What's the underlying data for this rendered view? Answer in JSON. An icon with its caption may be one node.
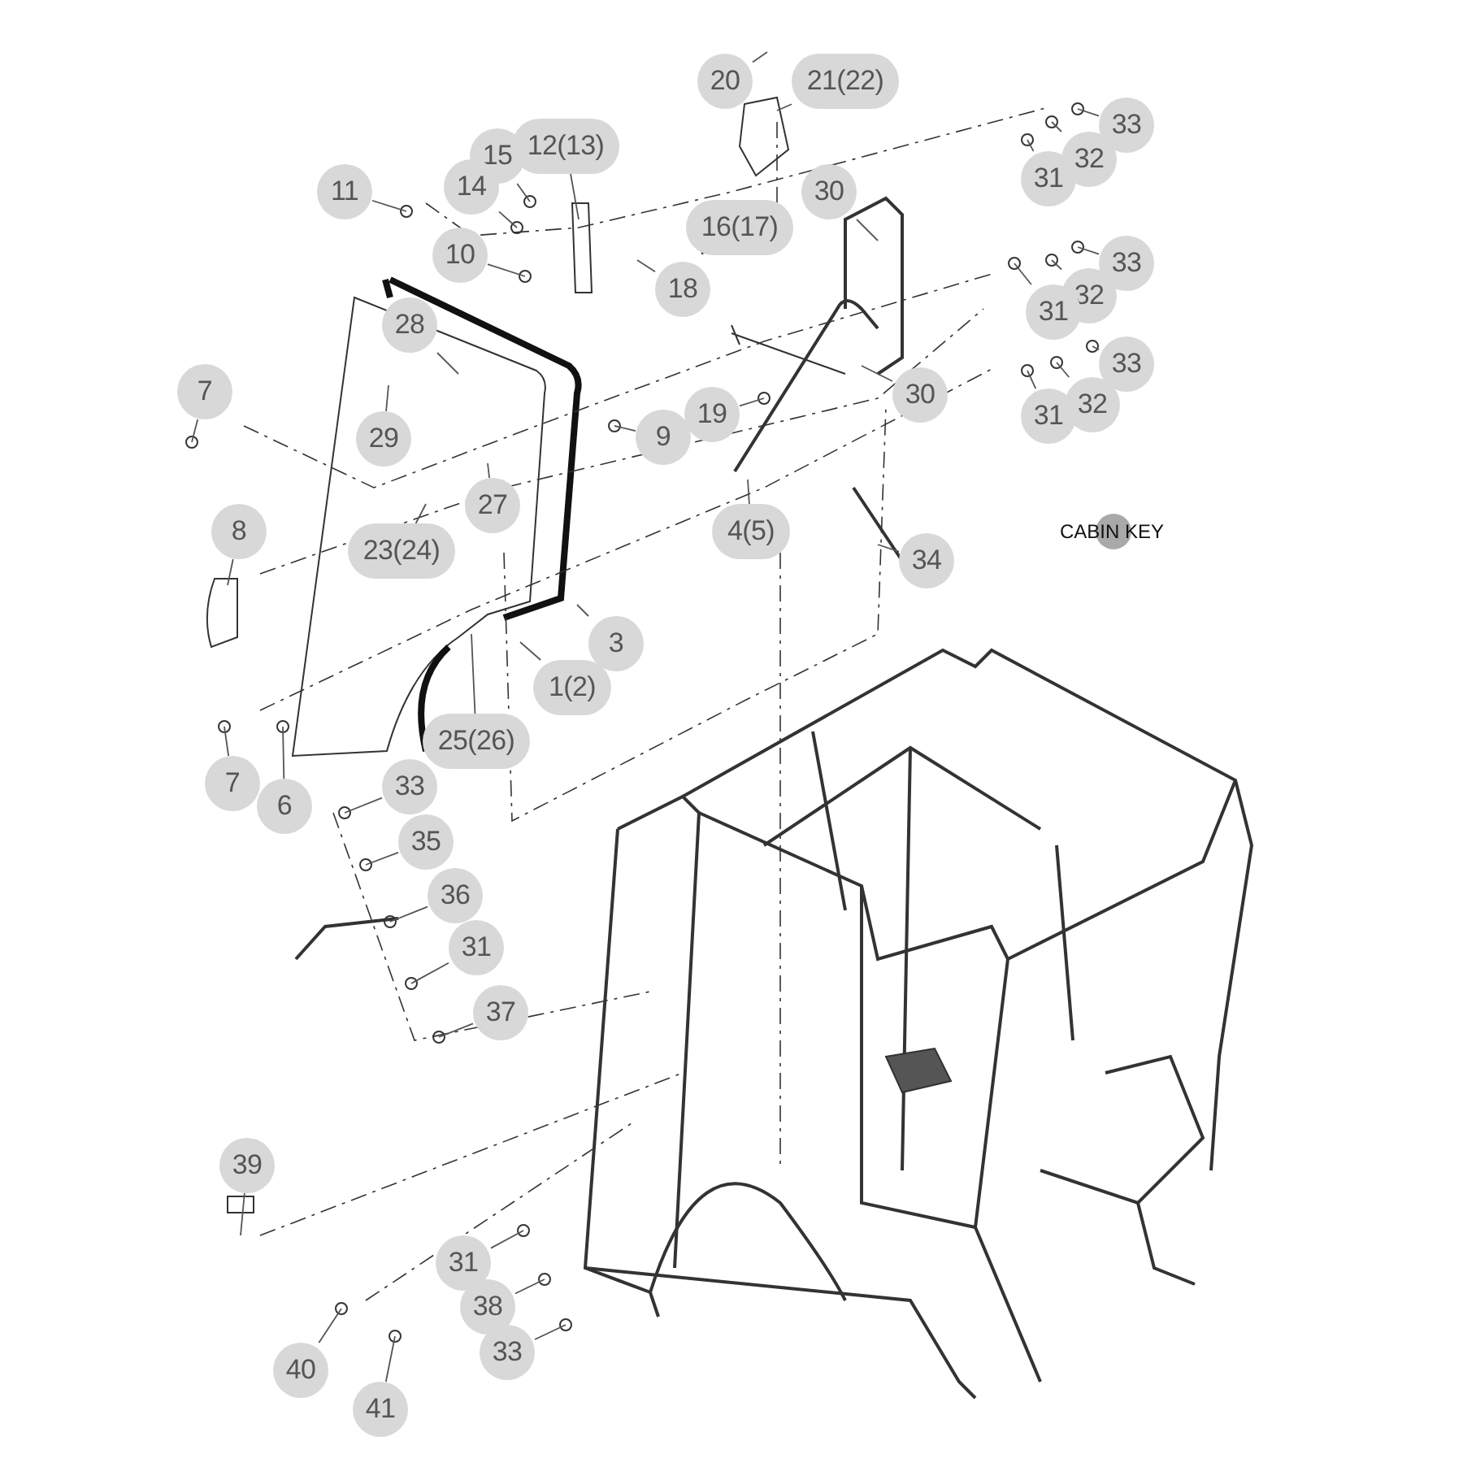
{
  "diagram": {
    "nodes": [
      {
        "text": [
          "20"
        ]
      },
      {
        "text": [
          "21(22)"
        ]
      },
      {
        "text": [
          "33"
        ]
      },
      {
        "text": [
          "12(13)"
        ]
      },
      {
        "text": [
          "15"
        ]
      },
      {
        "text": [
          "31"
        ]
      },
      {
        "text": [
          "32"
        ]
      },
      {
        "text": [
          "11"
        ]
      },
      {
        "text": [
          "14"
        ]
      },
      {
        "text": [
          "30"
        ]
      },
      {
        "text": [
          "16(17)"
        ]
      },
      {
        "text": [
          "10"
        ]
      },
      {
        "text": [
          "33"
        ]
      },
      {
        "text": [
          "18"
        ]
      },
      {
        "text": [
          "32"
        ]
      },
      {
        "text": [
          "31"
        ]
      },
      {
        "text": [
          "28"
        ]
      },
      {
        "text": [
          "33"
        ]
      },
      {
        "text": [
          "32"
        ]
      },
      {
        "text": [
          "7"
        ]
      },
      {
        "text": [
          "30"
        ]
      },
      {
        "text": [
          "31"
        ]
      },
      {
        "text": [
          "19"
        ]
      },
      {
        "text": [
          "29"
        ]
      },
      {
        "text": [
          "9"
        ]
      },
      {
        "text": [
          "27"
        ]
      },
      {
        "text": [
          "8"
        ]
      },
      {
        "text": [
          "4(5)"
        ]
      },
      {
        "text": [
          "23(24)"
        ]
      },
      {
        "text": [
          "34"
        ]
      },
      {
        "text": [
          "3"
        ]
      },
      {
        "text": [
          "1(2)"
        ]
      },
      {
        "text": [
          "25(26)"
        ]
      },
      {
        "text": [
          "7"
        ]
      },
      {
        "text": [
          "33"
        ]
      },
      {
        "text": [
          "6"
        ]
      },
      {
        "text": [
          "35"
        ]
      },
      {
        "text": [
          "36"
        ]
      },
      {
        "text": [
          "31"
        ]
      },
      {
        "text": [
          "37"
        ]
      },
      {
        "text": [
          "39"
        ]
      },
      {
        "text": [
          "31"
        ]
      },
      {
        "text": [
          "38"
        ]
      },
      {
        "text": [
          "33"
        ]
      },
      {
        "text": [
          "40"
        ]
      },
      {
        "text": [
          "41"
        ]
      }
    ],
    "edges": [
      {
        "from": 0,
        "to": null,
        "arrow": "none"
      },
      {
        "from": 1,
        "to": null,
        "arrow": "none"
      },
      {
        "from": 2,
        "to": null,
        "arrow": "none"
      },
      {
        "from": 3,
        "to": null,
        "arrow": "none"
      },
      {
        "from": 4,
        "to": null,
        "arrow": "none"
      },
      {
        "from": 5,
        "to": null,
        "arrow": "none"
      },
      {
        "from": 6,
        "to": null,
        "arrow": "none"
      },
      {
        "from": 7,
        "to": null,
        "arrow": "none"
      },
      {
        "from": 8,
        "to": null,
        "arrow": "none"
      },
      {
        "from": 9,
        "to": null,
        "arrow": "none"
      },
      {
        "from": 10,
        "to": null,
        "arrow": "none"
      },
      {
        "from": 11,
        "to": null,
        "arrow": "none"
      },
      {
        "from": 12,
        "to": null,
        "arrow": "none"
      },
      {
        "from": 13,
        "to": null,
        "arrow": "none"
      },
      {
        "from": 14,
        "to": null,
        "arrow": "none"
      },
      {
        "from": 15,
        "to": null,
        "arrow": "none"
      },
      {
        "from": 16,
        "to": null,
        "arrow": "none"
      },
      {
        "from": 17,
        "to": null,
        "arrow": "none"
      },
      {
        "from": 18,
        "to": null,
        "arrow": "none"
      },
      {
        "from": 19,
        "to": null,
        "arrow": "none"
      },
      {
        "from": 20,
        "to": null,
        "arrow": "none"
      },
      {
        "from": 21,
        "to": null,
        "arrow": "none"
      },
      {
        "from": 22,
        "to": null,
        "arrow": "none"
      },
      {
        "from": 23,
        "to": null,
        "arrow": "none"
      },
      {
        "from": 24,
        "to": null,
        "arrow": "none"
      },
      {
        "from": 25,
        "to": null,
        "arrow": "none"
      },
      {
        "from": 26,
        "to": null,
        "arrow": "none"
      },
      {
        "from": 27,
        "to": null,
        "arrow": "none"
      },
      {
        "from": 28,
        "to": null,
        "arrow": "none"
      },
      {
        "from": 29,
        "to": null,
        "arrow": "none"
      },
      {
        "from": 30,
        "to": null,
        "arrow": "none"
      },
      {
        "from": 31,
        "to": null,
        "arrow": "none"
      },
      {
        "from": 32,
        "to": null,
        "arrow": "none"
      },
      {
        "from": 33,
        "to": null,
        "arrow": "none"
      },
      {
        "from": 34,
        "to": null,
        "arrow": "none"
      },
      {
        "from": 35,
        "to": null,
        "arrow": "none"
      },
      {
        "from": 36,
        "to": null,
        "arrow": "none"
      },
      {
        "from": 37,
        "to": null,
        "arrow": "none"
      },
      {
        "from": 38,
        "to": null,
        "arrow": "none"
      },
      {
        "from": 39,
        "to": null,
        "arrow": "none"
      },
      {
        "from": 40,
        "to": null,
        "arrow": "none"
      },
      {
        "from": 41,
        "to": null,
        "arrow": "none"
      },
      {
        "from": 42,
        "to": null,
        "arrow": "none"
      },
      {
        "from": 43,
        "to": null,
        "arrow": "none"
      },
      {
        "from": 44,
        "to": null,
        "arrow": "none"
      },
      {
        "from": 45,
        "to": null,
        "arrow": "none"
      }
    ],
    "labels": [
      "CABIN KEY"
    ]
  }
}
